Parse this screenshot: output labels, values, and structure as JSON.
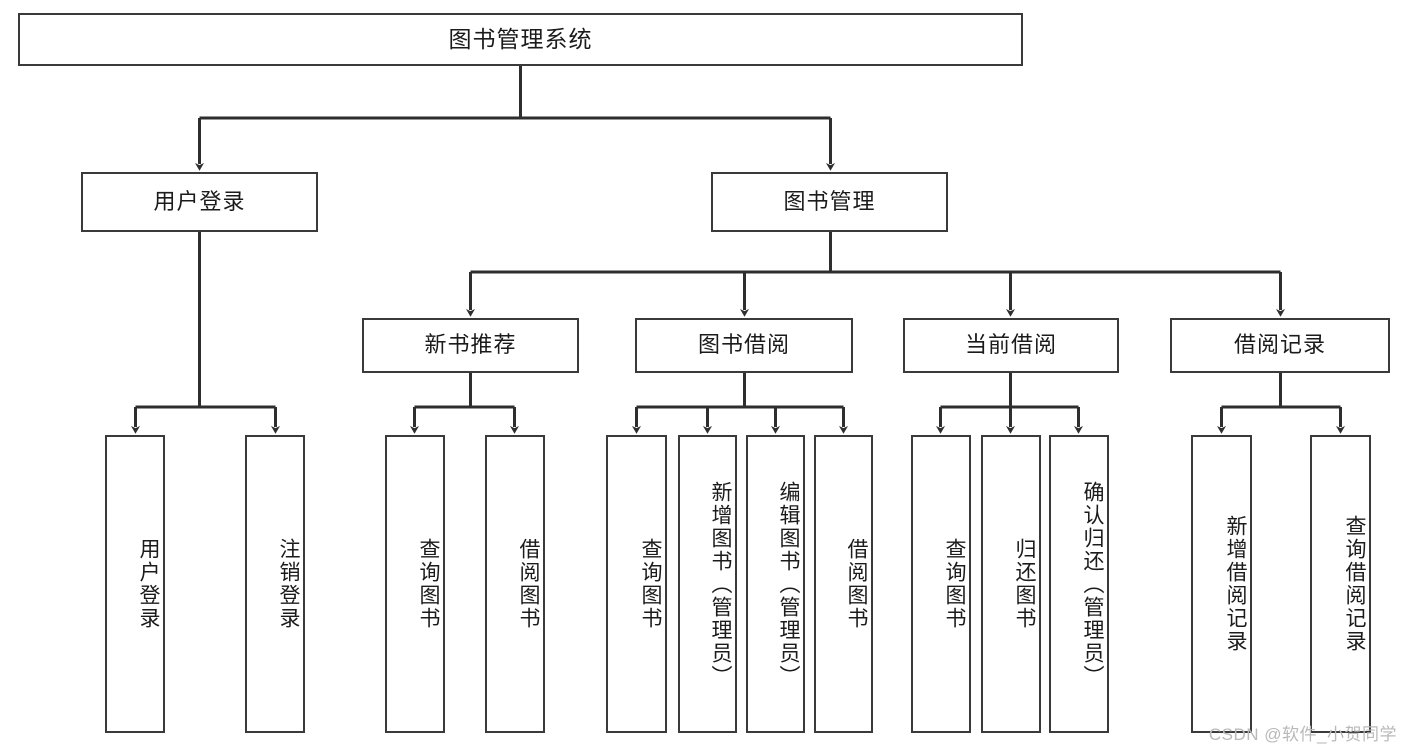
{
  "diagram": {
    "title": "图书管理系统",
    "type": "tree-hierarchy-chart",
    "colors": {
      "box_border": "#3a3a3a",
      "box_fill": "#ffffff",
      "connector": "#2e2e2e",
      "text": "#1b1b1b",
      "watermark": "#b9b9b9"
    },
    "root": {
      "id": "root",
      "label": "图书管理系统"
    },
    "level2": [
      {
        "id": "user-login",
        "label": "用户登录"
      },
      {
        "id": "book-manage",
        "label": "图书管理"
      }
    ],
    "level3": [
      {
        "id": "new-book-recommend",
        "label": "新书推荐"
      },
      {
        "id": "book-borrow",
        "label": "图书借阅"
      },
      {
        "id": "current-borrow",
        "label": "当前借阅"
      },
      {
        "id": "borrow-record",
        "label": "借阅记录"
      }
    ],
    "leaves": {
      "user-login": [
        {
          "id": "leaf-user-login",
          "label": "用户登录"
        },
        {
          "id": "leaf-user-logout",
          "label": "注销登录"
        }
      ],
      "new-book-recommend": [
        {
          "id": "leaf-query-book-1",
          "label": "查询图书"
        },
        {
          "id": "leaf-borrow-book-1",
          "label": "借阅图书"
        }
      ],
      "book-borrow": [
        {
          "id": "leaf-query-book-2",
          "label": "查询图书"
        },
        {
          "id": "leaf-add-book",
          "label": "新增图书（管理员）"
        },
        {
          "id": "leaf-edit-book",
          "label": "编辑图书（管理员）"
        },
        {
          "id": "leaf-borrow-book-2",
          "label": "借阅图书"
        }
      ],
      "current-borrow": [
        {
          "id": "leaf-query-book-3",
          "label": "查询图书"
        },
        {
          "id": "leaf-return-book",
          "label": "归还图书"
        },
        {
          "id": "leaf-confirm-return",
          "label": "确认归还（管理员）"
        }
      ],
      "borrow-record": [
        {
          "id": "leaf-add-record",
          "label": "新增借阅记录"
        },
        {
          "id": "leaf-query-record",
          "label": "查询借阅记录"
        }
      ]
    }
  },
  "watermark": {
    "text": "CSDN @软件_小贺同学"
  }
}
